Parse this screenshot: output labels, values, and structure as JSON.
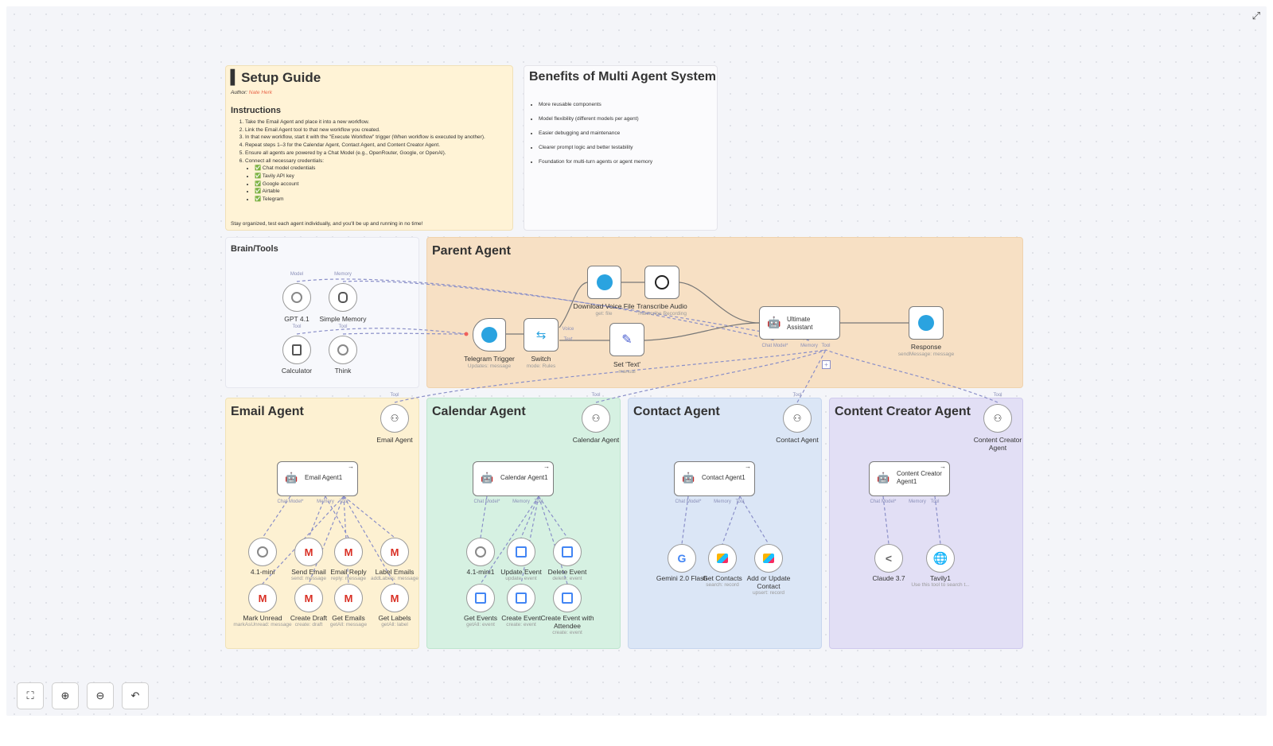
{
  "setup_guide": {
    "title": "Setup Guide",
    "author_label": "Author:",
    "author_name": "Nate Herk",
    "instructions_heading": "Instructions",
    "steps": [
      "Take the Email Agent and place it into a new workflow.",
      "Link the Email Agent tool to that new workflow you created.",
      "In that new workflow, start it with the \"Execute Workflow\" trigger (When workflow is executed by another).",
      "Repeat steps 1–3 for the Calendar Agent, Contact Agent, and Content Creator Agent.",
      "Ensure all agents are powered by a Chat Model (e.g., OpenRouter, Google, or OpenAI).",
      "Connect all necessary credentials:"
    ],
    "credentials": [
      "✅ Chat model credentials",
      "✅ Tavily API key",
      "✅ Google account",
      "✅ Airtable",
      "✅ Telegram"
    ],
    "footer": "Stay organized, test each agent individually, and you'll be up and running in no time!"
  },
  "benefits": {
    "title": "Benefits of Multi Agent System",
    "items": [
      "More reusable components",
      "Model flexibility (different models per agent)",
      "Easier debugging and maintenance",
      "Clearer prompt logic and better testability",
      "Foundation for multi-turn agents or agent memory"
    ]
  },
  "frames": {
    "brain": "Brain/Tools",
    "parent": "Parent Agent",
    "email": "Email Agent",
    "calendar": "Calendar Agent",
    "contact": "Contact Agent",
    "content": "Content Creator Agent"
  },
  "colors": {
    "telegram": "#2aa3e0",
    "edge_dashed": "#8a8fc8",
    "parent_bg": "#f7e0c4",
    "email_bg": "#fdf1d2",
    "calendar_bg": "#d6f1e2",
    "contact_bg": "#dbe6f6",
    "content_bg": "#e2dff5"
  },
  "brain_nodes": [
    {
      "label": "GPT 4.1",
      "tag": "Model",
      "icon": "openai-icon"
    },
    {
      "label": "Simple Memory",
      "tag": "Memory",
      "icon": "database-icon"
    },
    {
      "label": "Calculator",
      "tag": "Tool",
      "icon": "calculator-icon"
    },
    {
      "label": "Think",
      "tag": "Tool",
      "icon": "brain-icon"
    }
  ],
  "parent_nodes": {
    "telegram_trigger": {
      "label": "Telegram Trigger",
      "sub": "Updates: message"
    },
    "switch": {
      "label": "Switch",
      "sub": "mode: Rules",
      "out1": "Voice",
      "out2": "Text"
    },
    "download": {
      "label": "Download Voice File",
      "sub": "get: file"
    },
    "transcribe": {
      "label": "Transcribe Audio",
      "sub": "Transcribe Recording"
    },
    "set_text": {
      "label": "Set 'Text'",
      "sub": "manual"
    },
    "ultimate": {
      "label": "Ultimate Assistant",
      "chat_model": "Chat Model*",
      "memory": "Memory",
      "tool": "Tool"
    },
    "response": {
      "label": "Response",
      "sub": "sendMessage: message"
    }
  },
  "sub_agents": {
    "email": {
      "tool_label": "Email Agent",
      "agent": "Email Agent1"
    },
    "calendar": {
      "tool_label": "Calendar Agent",
      "agent": "Calendar Agent1"
    },
    "contact": {
      "tool_label": "Contact Agent",
      "agent": "Contact Agent1"
    },
    "content": {
      "tool_label": "Content Creator Agent",
      "agent": "Content Creator Agent1"
    }
  },
  "tags": {
    "tool": "Tool",
    "model": "Model",
    "memory": "Memory",
    "chat_model": "Chat Model*"
  },
  "email_tools": [
    {
      "label": "4.1-mini",
      "sub": "",
      "tag": "Model"
    },
    {
      "label": "Send Email",
      "sub": "send: message",
      "tag": "Tool"
    },
    {
      "label": "Email Reply",
      "sub": "reply: message",
      "tag": "Tool"
    },
    {
      "label": "Label Emails",
      "sub": "addLabels: message",
      "tag": "Tool"
    },
    {
      "label": "Mark Unread",
      "sub": "markAsUnread: message",
      "tag": "Tool"
    },
    {
      "label": "Create Draft",
      "sub": "create: draft",
      "tag": "Tool"
    },
    {
      "label": "Get Emails",
      "sub": "getAll: message",
      "tag": "Tool"
    },
    {
      "label": "Get Labels",
      "sub": "getAll: label",
      "tag": "Tool"
    }
  ],
  "calendar_tools": [
    {
      "label": "4.1-mini1",
      "sub": "",
      "tag": "Model"
    },
    {
      "label": "Update Event",
      "sub": "update: event",
      "tag": "Tool"
    },
    {
      "label": "Delete Event",
      "sub": "delete: event",
      "tag": "Tool"
    },
    {
      "label": "Get Events",
      "sub": "getAll: event",
      "tag": "Tool"
    },
    {
      "label": "Create Event",
      "sub": "create: event",
      "tag": "Tool"
    },
    {
      "label": "Create Event with Attendee",
      "sub": "create: event",
      "tag": "Tool"
    }
  ],
  "contact_tools": [
    {
      "label": "Gemini 2.0 Flash",
      "sub": "",
      "tag": "Model"
    },
    {
      "label": "Get Contacts",
      "sub": "search: record",
      "tag": "Tool"
    },
    {
      "label": "Add or Update Contact",
      "sub": "upsert: record",
      "tag": "Tool"
    }
  ],
  "content_tools": [
    {
      "label": "Claude 3.7",
      "sub": "",
      "tag": "Model"
    },
    {
      "label": "Tavily1",
      "sub": "Use this tool to search t...",
      "tag": "Tool"
    }
  ],
  "controls": [
    "fit-view",
    "zoom-in",
    "zoom-out",
    "undo"
  ]
}
